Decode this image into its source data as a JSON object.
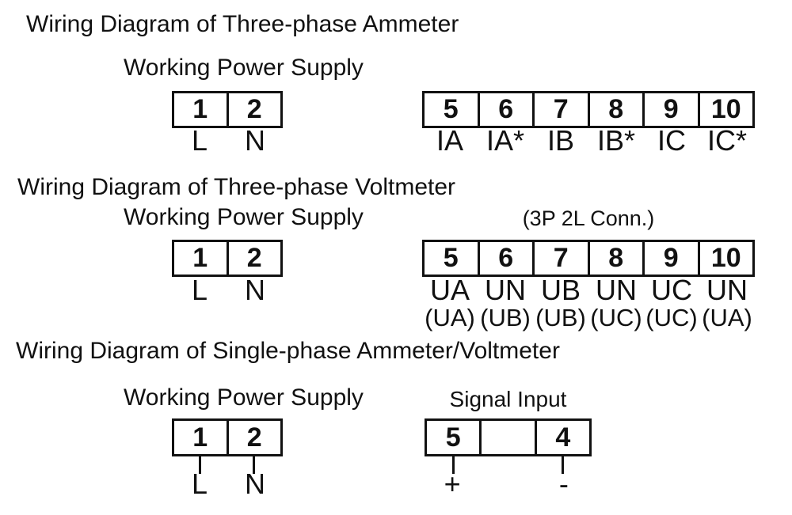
{
  "page": {
    "background": "#ffffff",
    "ink": "#111111"
  },
  "sections": [
    {
      "title": "Wiring Diagram of Three-phase Ammeter",
      "power": {
        "heading": "Working Power Supply",
        "cells": [
          "1",
          "2"
        ],
        "labels": [
          "L",
          "N"
        ]
      },
      "signal": {
        "cells": [
          "5",
          "6",
          "7",
          "8",
          "9",
          "10"
        ],
        "labels": [
          "IA",
          "IA*",
          "IB",
          "IB*",
          "IC",
          "IC*"
        ]
      }
    },
    {
      "title": "Wiring Diagram of Three-phase Voltmeter",
      "power": {
        "heading": "Working Power Supply",
        "cells": [
          "1",
          "2"
        ],
        "labels": [
          "L",
          "N"
        ]
      },
      "signal": {
        "heading": "(3P 2L Conn.)",
        "cells": [
          "5",
          "6",
          "7",
          "8",
          "9",
          "10"
        ],
        "labels": [
          "UA",
          "UN",
          "UB",
          "UN",
          "UC",
          "UN"
        ],
        "labels_alt": [
          "(UA)",
          "(UB)",
          "(UB)",
          "(UC)",
          "(UC)",
          "(UA)"
        ]
      }
    },
    {
      "title": "Wiring Diagram of Single-phase Ammeter/Voltmeter",
      "power": {
        "heading": "Working Power Supply",
        "cells": [
          "1",
          "2"
        ],
        "labels": [
          "L",
          "N"
        ]
      },
      "signal": {
        "heading": "Signal Input",
        "cells": [
          "5",
          "",
          "4"
        ],
        "labels": [
          "+",
          "",
          "-"
        ]
      }
    }
  ]
}
